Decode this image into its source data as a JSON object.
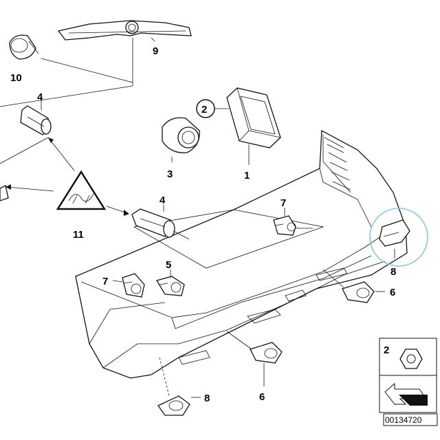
{
  "callouts": {
    "c10": "10",
    "c9": "9",
    "c4a": "4",
    "c2": "2",
    "c3": "3",
    "c1": "1",
    "c11": "11",
    "c4b": "4",
    "c7a": "7",
    "c5": "5",
    "c7b": "7",
    "c8a": "8",
    "c6a": "6",
    "c6b": "6",
    "c8b": "8"
  },
  "legend": {
    "nut_number": "2"
  },
  "part_number": "00134720",
  "colors": {
    "highlight_circle": "#7ec8d9",
    "line": "#111111",
    "background": "#ffffff"
  },
  "icons": {
    "warning": "warning-triangle-icon",
    "nut": "hex-nut-icon",
    "arrow": "assembly-arrow-icon"
  }
}
